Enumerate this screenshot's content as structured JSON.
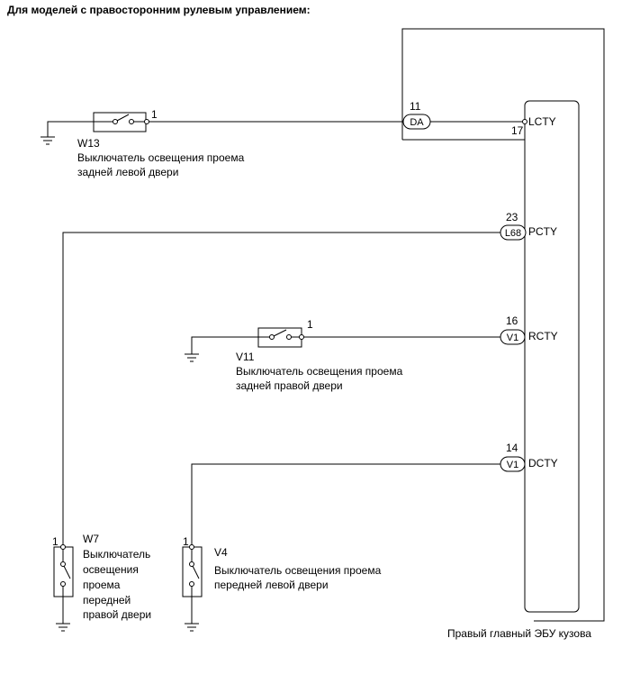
{
  "title": "Для моделей с правосторонним рулевым управлением:",
  "ecu": {
    "name": "Правый главный ЭБУ кузова",
    "pins": {
      "lcty": "LCTY",
      "pcty": "PCTY",
      "rcty": "RCTY",
      "dcty": "DCTY"
    },
    "pin_numbers": {
      "lcty": "17"
    }
  },
  "connectors": {
    "da": {
      "label": "DA",
      "number": "11"
    },
    "l68": {
      "label": "L68",
      "number": "23"
    },
    "v1_r": {
      "label": "V1",
      "number": "16"
    },
    "v1_d": {
      "label": "V1",
      "number": "14"
    }
  },
  "switches": {
    "w13": {
      "code": "W13",
      "pin": "1",
      "desc1": "Выключатель освещения проема",
      "desc2": "задней левой двери"
    },
    "v11": {
      "code": "V11",
      "pin": "1",
      "desc1": "Выключатель освещения проема",
      "desc2": "задней правой двери"
    },
    "w7": {
      "code": "W7",
      "pin": "1",
      "lines": [
        "Выключатель",
        "освещения",
        "проема",
        "передней",
        "правой двери"
      ]
    },
    "v4": {
      "code": "V4",
      "pin": "1",
      "desc1": "Выключатель освещения проема",
      "desc2": "передней левой двери"
    }
  }
}
